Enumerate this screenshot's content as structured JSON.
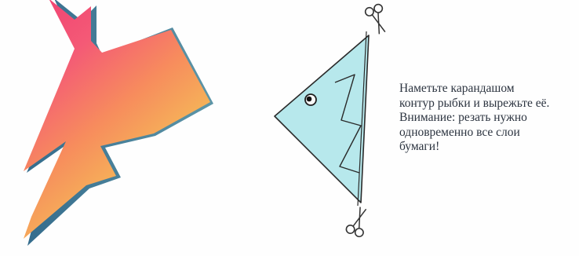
{
  "instruction": {
    "line1": "Наметьте карандашом",
    "line2": "контур рыбки и вырежьте её.",
    "line3": "Внимание: резать нужно",
    "line4": "одновременно все слои",
    "line5": "бумаги!"
  },
  "icons": {
    "top_scissors": "scissors-icon",
    "bottom_scissors": "scissors-icon"
  },
  "colors": {
    "fish_template_fill": "#b7e8ec",
    "outline": "#2a2a2a",
    "paper_pink": "#ef3f74",
    "paper_orange": "#f6a452",
    "paper_yellow": "#f3d46d"
  }
}
